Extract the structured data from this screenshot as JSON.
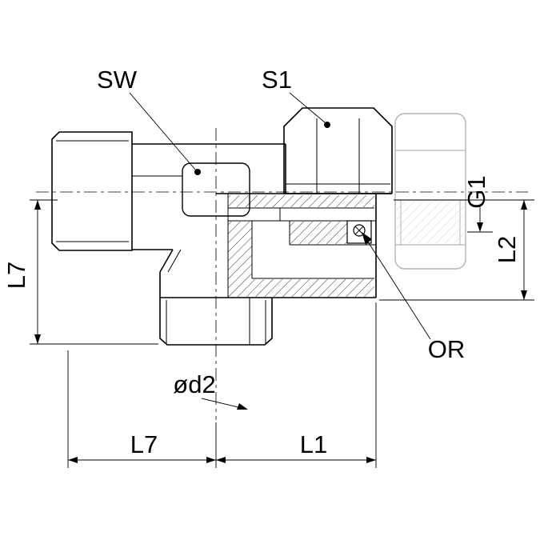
{
  "drawing": {
    "labels": {
      "sw": "SW",
      "s1": "S1",
      "g1": "G1",
      "l2": "L2",
      "l7_left": "L7",
      "or": "OR",
      "od2": "ød2",
      "l7_bottom": "L7",
      "l1": "L1"
    },
    "colors": {
      "line": "#000000",
      "reference_part": "#b3b3b3",
      "background": "#ffffff"
    }
  }
}
